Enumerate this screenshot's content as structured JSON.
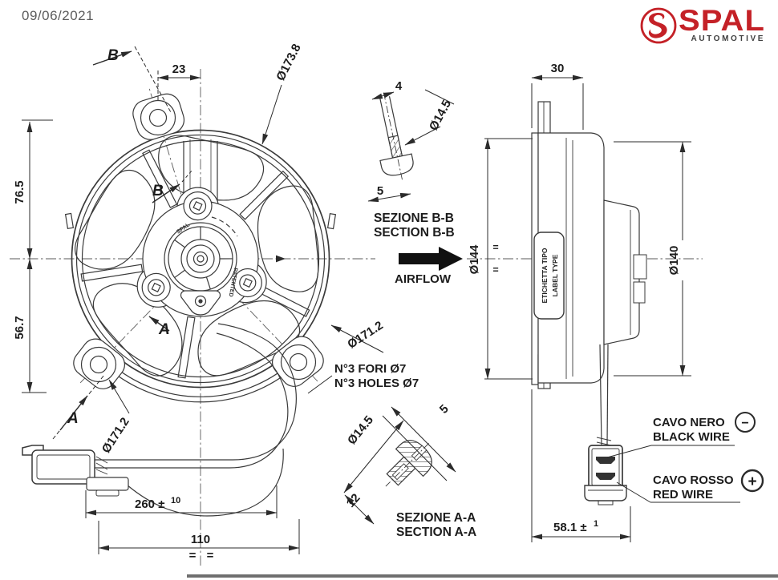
{
  "header": {
    "date": "09/06/2021",
    "logo_brand": "SPAL",
    "logo_sub": "AUTOMOTIVE"
  },
  "colors": {
    "brand_red": "#c42127",
    "line": "#3a3a3a"
  },
  "front_view": {
    "section_label_b": "B",
    "section_label_a": "A",
    "dim_23": "23",
    "dia_fan": "Ø173.8",
    "dim_76_5": "76.5",
    "dim_56_7": "56.7",
    "dia_bolt_circle": "Ø171.2",
    "holes_note_it": "N°3 FORI Ø7",
    "holes_note_en": "N°3 HOLES Ø7",
    "dim_cable": "260 ±",
    "dim_cable_tol": "10",
    "dim_connector_offset": "110",
    "equal_mark": "=",
    "hub_brand": "SPAL",
    "hub_patented": "PATENTED"
  },
  "section_bb": {
    "title_it": "SEZIONE B-B",
    "title_en": "SECTION B-B",
    "dim_width": "4",
    "dia_head": "Ø14.5",
    "dim_height": "5"
  },
  "airflow": {
    "label": "AIRFLOW"
  },
  "side_view": {
    "dim_depth": "30",
    "dia_mount": "Ø144",
    "dia_blade": "Ø140",
    "label_plate_it": "ETICHETTA TIPO",
    "label_plate_en": "LABEL TYPE",
    "dim_total_depth": "58.1 ±",
    "dim_total_depth_tol": "1",
    "wire_neg_it": "CAVO NERO",
    "wire_neg_en": "BLACK WIRE",
    "wire_pos_it": "CAVO ROSSO",
    "wire_pos_en": "RED WIRE",
    "polarity_neg": "−",
    "polarity_pos": "+",
    "equal_mark": "="
  },
  "section_aa": {
    "title_it": "SEZIONE A-A",
    "title_en": "SECTION A-A",
    "dia_head": "Ø14.5",
    "dim_height": "5",
    "dim_depth": "12"
  }
}
